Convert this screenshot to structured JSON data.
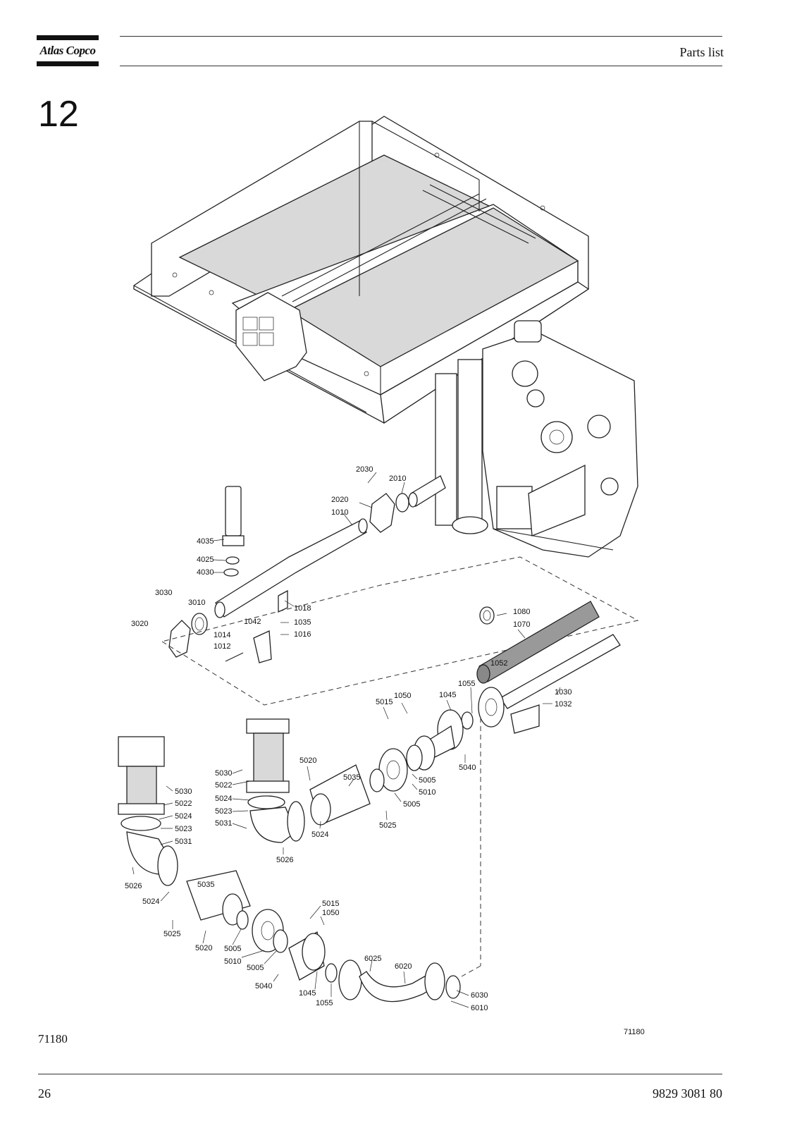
{
  "header": {
    "brand": "Atlas Copco",
    "title": "Parts list"
  },
  "section_number": "12",
  "figure_id_left": "71180",
  "figure_id_right": "71180",
  "footer": {
    "page_number": "26",
    "document_number": "9829 3081 80"
  },
  "callouts": {
    "c2030": "2030",
    "c2010": "2010",
    "c2020": "2020",
    "c1010": "1010",
    "c4035": "4035",
    "c4025": "4025",
    "c4030": "4030",
    "c3030": "3030",
    "c3010": "3010",
    "c3020": "3020",
    "c1018": "1018",
    "c1042": "1042",
    "c1035": "1035",
    "c1014": "1014",
    "c1016": "1016",
    "c1012": "1012",
    "c1080": "1080",
    "c1070": "1070",
    "c1052": "1052",
    "c1055a": "1055",
    "c1030": "1030",
    "c1032": "1032",
    "c1050a": "1050",
    "c1045a": "1045",
    "c5015a": "5015",
    "c5020a": "5020",
    "c5035a": "5035",
    "c5005a": "5005",
    "c5010a": "5010",
    "c5005b": "5005",
    "c5040a": "5040",
    "c5025a": "5025",
    "c5024a": "5024",
    "c5026a": "5026",
    "c5030a": "5030",
    "c5022a": "5022",
    "c5024b": "5024",
    "c5023a": "5023",
    "c5031a": "5031",
    "c5030b": "5030",
    "c5022b": "5022",
    "c5024c": "5024",
    "c5023b": "5023",
    "c5031b": "5031",
    "c5026b": "5026",
    "c5024d": "5024",
    "c5035b": "5035",
    "c5025b": "5025",
    "c5020b": "5020",
    "c5005c": "5005",
    "c5010b": "5010",
    "c5005d": "5005",
    "c5040b": "5040",
    "c5015b": "5015",
    "c1050b": "1050",
    "c1045b": "1045",
    "c1055b": "1055",
    "c6025": "6025",
    "c6020": "6020",
    "c6030": "6030",
    "c6010": "6010"
  }
}
